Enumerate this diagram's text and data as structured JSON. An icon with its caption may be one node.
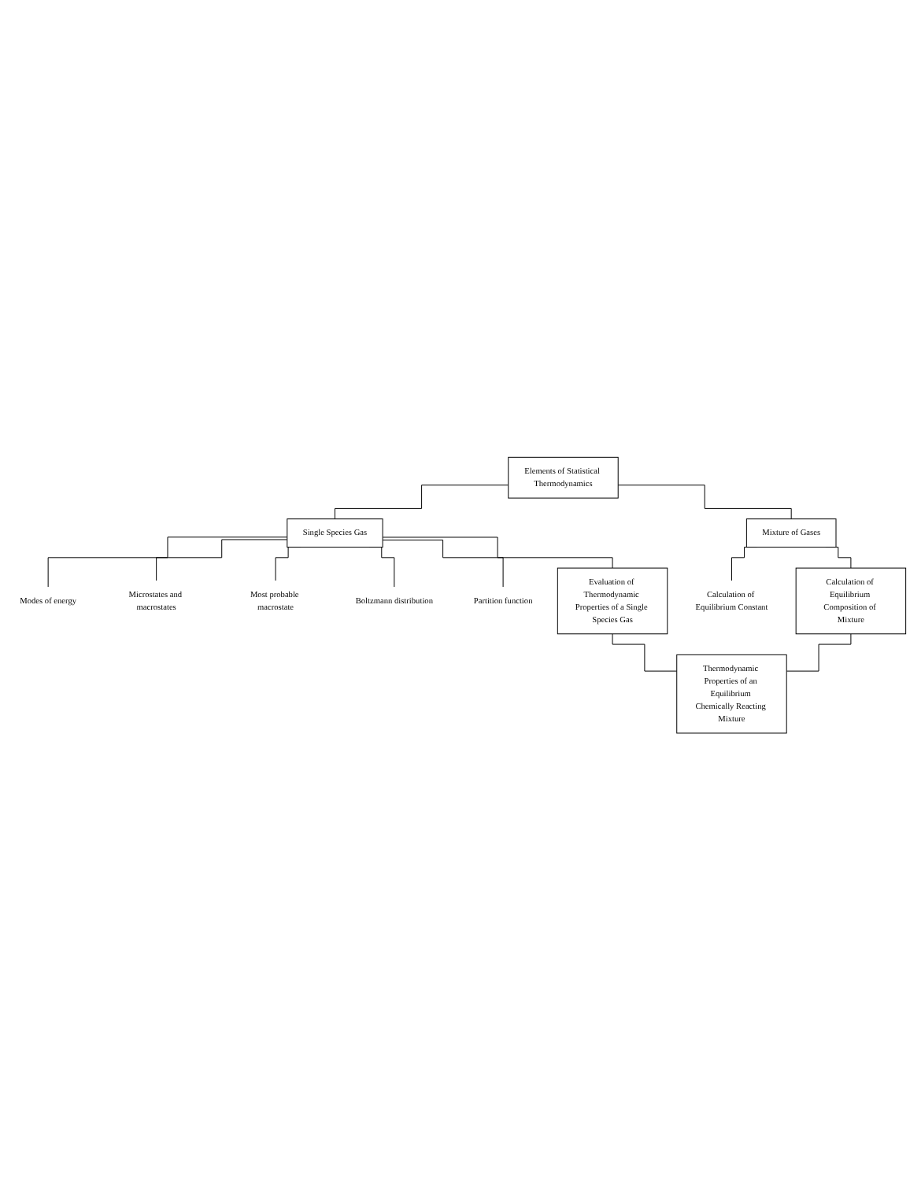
{
  "diagram": {
    "nodes": [
      {
        "text": [
          "Elements of Statistical Thermodynamics"
        ]
      },
      {
        "text": [
          "Single Species Gas"
        ]
      },
      {
        "text": [
          "Mixture of Gases"
        ]
      },
      {
        "text": [
          "Modes of energy"
        ]
      },
      {
        "text": [
          "Microstates and macrostates"
        ]
      },
      {
        "text": [
          "Most probable macrostate"
        ]
      },
      {
        "text": [
          "Boltzmann distribution"
        ]
      },
      {
        "text": [
          "Partition function"
        ]
      },
      {
        "text": [
          "Evaluation of Thermodynamic Properties of a Single Species Gas"
        ]
      },
      {
        "text": [
          "Calculation of Equilibrium Constant"
        ]
      },
      {
        "text": [
          "Calculation of Equilibrium Composition of Mixture"
        ]
      },
      {
        "text": [
          "Thermodynamic Properties of an Equilibrium Chemically Reacting Mixture"
        ]
      }
    ],
    "edges": [
      {
        "from": 0,
        "to": 1,
        "arrow": "none"
      },
      {
        "from": 0,
        "to": 2,
        "arrow": "none"
      },
      {
        "from": 1,
        "to": 3,
        "arrow": "none"
      },
      {
        "from": 1,
        "to": 4,
        "arrow": "none"
      },
      {
        "from": 1,
        "to": 5,
        "arrow": "none"
      },
      {
        "from": 1,
        "to": 6,
        "arrow": "none"
      },
      {
        "from": 1,
        "to": 7,
        "arrow": "none"
      },
      {
        "from": 1,
        "to": 8,
        "arrow": "none"
      },
      {
        "from": 2,
        "to": 9,
        "arrow": "none"
      },
      {
        "from": 2,
        "to": 10,
        "arrow": "none"
      },
      {
        "from": 8,
        "to": 11,
        "arrow": "none"
      },
      {
        "from": 10,
        "to": 11,
        "arrow": "none"
      }
    ]
  }
}
